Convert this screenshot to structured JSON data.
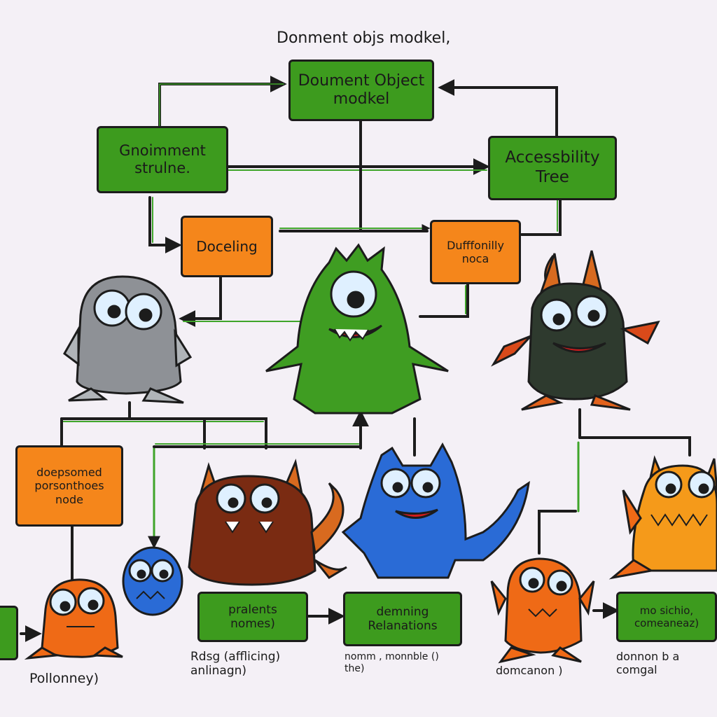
{
  "caption": "Donment objs modkel,",
  "nodes": {
    "dom": "Doument Object\nmodkel",
    "environment": "Gnoimment\nstrulne.",
    "accessibility": "Accessbility\nTree",
    "docling": "Doceling",
    "duffonilly": "Dufffonilly\nnoca",
    "portion": "doepsomed\nporsonthoes\nnode",
    "prolents": "pralents\nnomes)",
    "demning": "demning\nRelanations",
    "mosichio": "mo sichio,\ncomeaneaz)"
  },
  "labels": {
    "pollonney": "Pollonney)",
    "rdsg": "Rdsg (afflicing)\nanlinagn)",
    "nomm": "nomm , monnble ()\nthe)",
    "domcanon": "domcanon )",
    "donnon": "donnon b a\ncomgal"
  },
  "colors": {
    "green": "#3d9b1e",
    "orange": "#f5861b",
    "stroke": "#1c1c1c",
    "wire": "#3fa52a",
    "background": "#f4f0f6"
  },
  "monsters": [
    "grey-monster-icon",
    "green-cyclops-monster-icon",
    "dark-horned-monster-icon",
    "orange-blob-monster-icon",
    "blue-small-monster-icon",
    "brown-horned-monster-icon",
    "blue-dragon-monster-icon",
    "orange-small-monster-icon",
    "orange-horned-monster-icon"
  ]
}
